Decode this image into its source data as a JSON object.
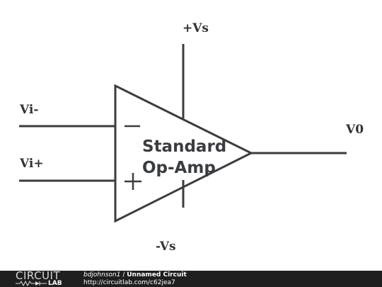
{
  "diagram": {
    "labels": {
      "vplus_supply": "+Vs",
      "vminus_supply": "-Vs",
      "input_inverting": "Vi-",
      "input_noninverting": "Vi+",
      "output": "V0",
      "amp_line1": "Standard",
      "amp_line2": "Op-Amp"
    },
    "colors": {
      "wire": "#3a3d40",
      "footer_bg": "#1f1f1f"
    }
  },
  "footer": {
    "logo_top": "CIRCUIT",
    "logo_bottom": "LAB",
    "author": "bdjohnson1",
    "separator": " / ",
    "circuit_title": "Unnamed Circuit",
    "url": "http://circuitlab.com/c62jea7"
  }
}
